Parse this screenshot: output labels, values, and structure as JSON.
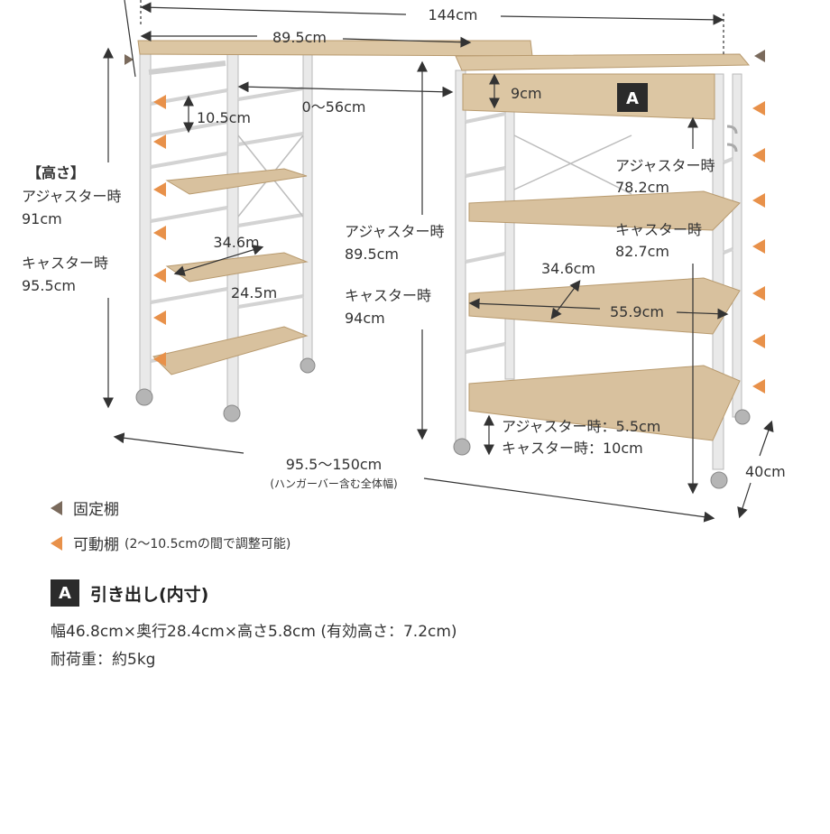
{
  "dimensions": {
    "total_width": "144cm",
    "left_top_width": "89.5cm",
    "slide_range": "0〜56cm",
    "hanger_spacing": "10.5cm",
    "height_title": "【高さ】",
    "left_adjuster_label": "アジャスター時",
    "left_adjuster_value": "91cm",
    "left_caster_label": "キャスター時",
    "left_caster_value": "95.5cm",
    "left_shelf_depth": "34.6m",
    "left_shelf_width": "24.5m",
    "center_adjuster_label": "アジャスター時",
    "center_adjuster_value": "89.5cm",
    "center_caster_label": "キャスター時",
    "center_caster_value": "94cm",
    "drawer_height": "9cm",
    "drawer_badge": "A",
    "right_adjuster_label": "アジャスター時",
    "right_adjuster_value": "78.2cm",
    "right_caster_label": "キャスター時",
    "right_caster_value": "82.7cm",
    "right_shelf_depth": "34.6cm",
    "right_shelf_width": "55.9cm",
    "bottom_adjuster": "アジャスター時：5.5cm",
    "bottom_caster": "キャスター時：10cm",
    "overall_range": "95.5〜150cm",
    "overall_note": "(ハンガーバー含む全体幅)",
    "depth": "40cm"
  },
  "legend": {
    "fixed_label": "固定棚",
    "movable_label": "可動棚",
    "movable_note": "(2〜10.5cmの間で調整可能)"
  },
  "drawer": {
    "badge": "A",
    "title": "引き出し(内寸)",
    "size": "幅46.8cm×奥行28.4cm×高さ5.8cm (有効高さ：7.2cm)",
    "load": "耐荷重：約5kg"
  },
  "colors": {
    "fixed": "#7a6a5c",
    "movable": "#e8914a",
    "wood": "#d9c4a3",
    "frame": "#e8e8e8"
  }
}
